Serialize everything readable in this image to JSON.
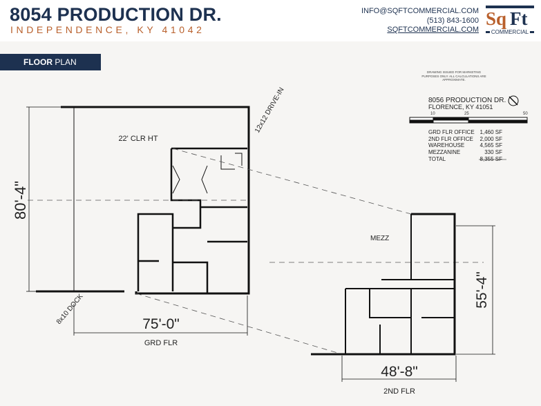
{
  "header": {
    "title": "8054 PRODUCTION DR.",
    "subtitle": "INDEPENDENCE, KY 41042",
    "email": "INFO@SQFTCOMMERCIAL.COM",
    "phone": "(513) 843-1600",
    "website": "SQFTCOMMERCIAL.COM",
    "logo": {
      "text_a": "Sq",
      "text_b": "Ft",
      "tagline": "COMMERCIAL"
    }
  },
  "badge": {
    "bold": "FLOOR",
    "rest": " PLAN"
  },
  "plan_info": {
    "disclaimer": [
      "DRAWING ISSUED FOR MARKETING",
      "PURPOSES ONLY.  ALL CALCULATIONS ARE",
      "APPROXIMATE."
    ],
    "address": "8056 PRODUCTION DR.",
    "city": "FLORENCE, KY  41051",
    "scale": [
      "10",
      "25",
      "50"
    ],
    "areas": [
      {
        "label": "GRD FLR OFFICE",
        "value": "1,460 SF"
      },
      {
        "label": "2ND FLR OFFICE",
        "value": "2,000 SF"
      },
      {
        "label": "WAREHOUSE",
        "value": "4,565 SF"
      },
      {
        "label": "MEZZANINE",
        "value": "330 SF"
      },
      {
        "label": "TOTAL",
        "value": "8,355 SF"
      }
    ]
  },
  "ground": {
    "height_dim": "80'-4\"",
    "width_dim": "75'-0\"",
    "label": "GRD FLR",
    "clear_height": "22' CLR HT",
    "drive_in": "12x12 DRIVE-IN",
    "dock": "8x10 DOCK"
  },
  "second": {
    "height_dim": "55'-4\"",
    "width_dim": "48'-8\"",
    "label": "2ND FLR",
    "mezz": "MEZZ"
  },
  "colors": {
    "navy": "#1d3150",
    "orange": "#b9602c"
  }
}
